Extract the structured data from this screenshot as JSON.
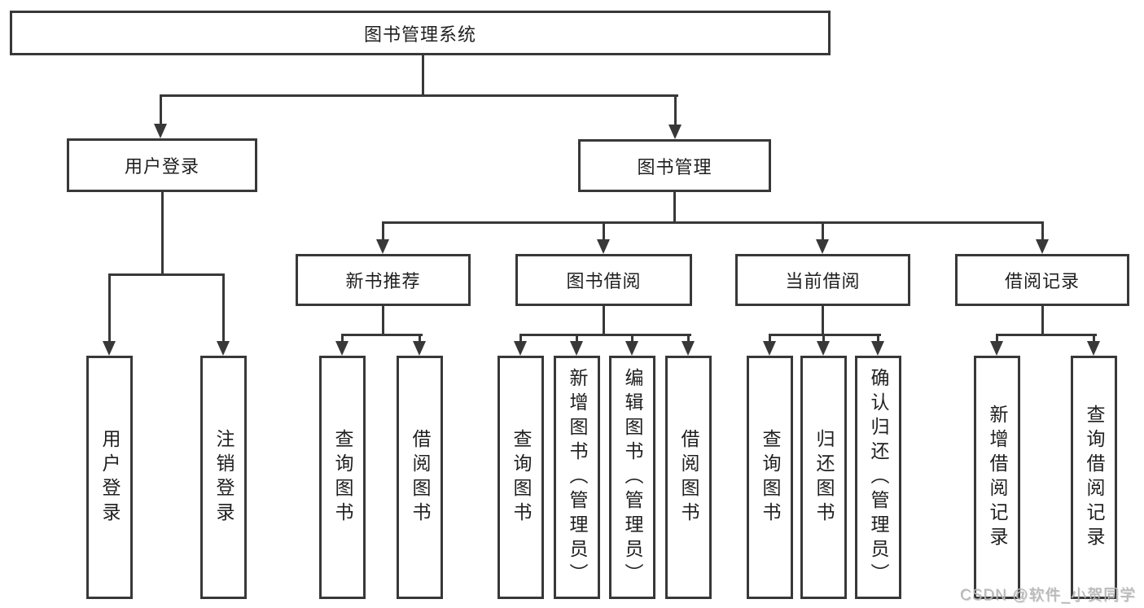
{
  "diagram": {
    "root": {
      "label": "图书管理系统"
    },
    "level2": [
      {
        "label": "用户登录"
      },
      {
        "label": "图书管理"
      }
    ],
    "level3": [
      {
        "label": "新书推荐"
      },
      {
        "label": "图书借阅"
      },
      {
        "label": "当前借阅"
      },
      {
        "label": "借阅记录"
      }
    ],
    "leaves": [
      {
        "label": "用户登录"
      },
      {
        "label": "注销登录"
      },
      {
        "label": "查询图书"
      },
      {
        "label": "借阅图书"
      },
      {
        "label": "查询图书"
      },
      {
        "label": "新增图书（管理员）"
      },
      {
        "label": "编辑图书（管理员）"
      },
      {
        "label": "借阅图书"
      },
      {
        "label": "查询图书"
      },
      {
        "label": "归还图书"
      },
      {
        "label": "确认归还（管理员）"
      },
      {
        "label": "新增借阅记录"
      },
      {
        "label": "查询借阅记录"
      }
    ]
  },
  "watermark": {
    "text": "CSDN @软件_小贺同学"
  },
  "colors": {
    "line": "#383838",
    "text": "#1f1f1f",
    "watermark": "#b8b8b8",
    "background": "#ffffff"
  }
}
